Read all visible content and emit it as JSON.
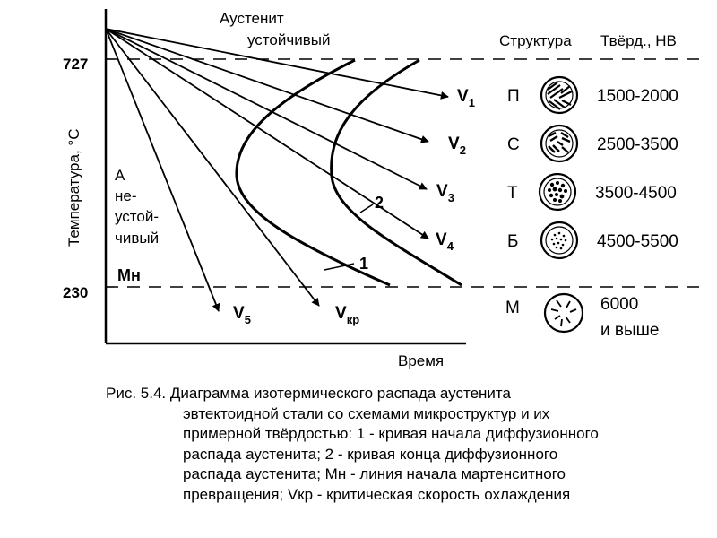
{
  "diagram": {
    "y_axis_label": "Температура, °С",
    "x_axis_label": "Время",
    "temp_upper": "727",
    "temp_lower": "230",
    "mn_label": "Мн",
    "austenite_stable": [
      "Аустенит",
      "устойчивый"
    ],
    "austenite_unstable": [
      "А",
      "не-",
      "устой-",
      "чивый"
    ],
    "curve_1_label": "1",
    "curve_2_label": "2",
    "rates": [
      {
        "main": "V",
        "sub": "1"
      },
      {
        "main": "V",
        "sub": "2"
      },
      {
        "main": "V",
        "sub": "3"
      },
      {
        "main": "V",
        "sub": "4"
      },
      {
        "main": "V",
        "sub": "5"
      },
      {
        "main": "V",
        "sub": "кр"
      }
    ]
  },
  "table": {
    "structure_header": "Структура",
    "hardness_header": "Твёрд., НВ",
    "rows": [
      {
        "structure": "П",
        "hardness": "1500-2000"
      },
      {
        "structure": "С",
        "hardness": "2500-3500"
      },
      {
        "structure": "Т",
        "hardness": "3500-4500"
      },
      {
        "structure": "Б",
        "hardness": "4500-5500"
      },
      {
        "structure": "М",
        "hardness": "6000",
        "hardness2": "и выше"
      }
    ]
  },
  "caption": {
    "line1": "Рис. 5.4. Диаграмма изотермического распада аустенита",
    "lines": [
      "эвтектоидной стали со схемами микроструктур и их",
      "примерной твёрдостью: 1 - кривая начала диффузионного",
      "распада аустенита; 2 - кривая конца диффузионного",
      "распада аустенита; Мн - линия начала мартенситного",
      "превращения; Vкр - критическая скорость охлаждения"
    ]
  },
  "colors": {
    "ink": "#000000",
    "background": "#ffffff"
  }
}
